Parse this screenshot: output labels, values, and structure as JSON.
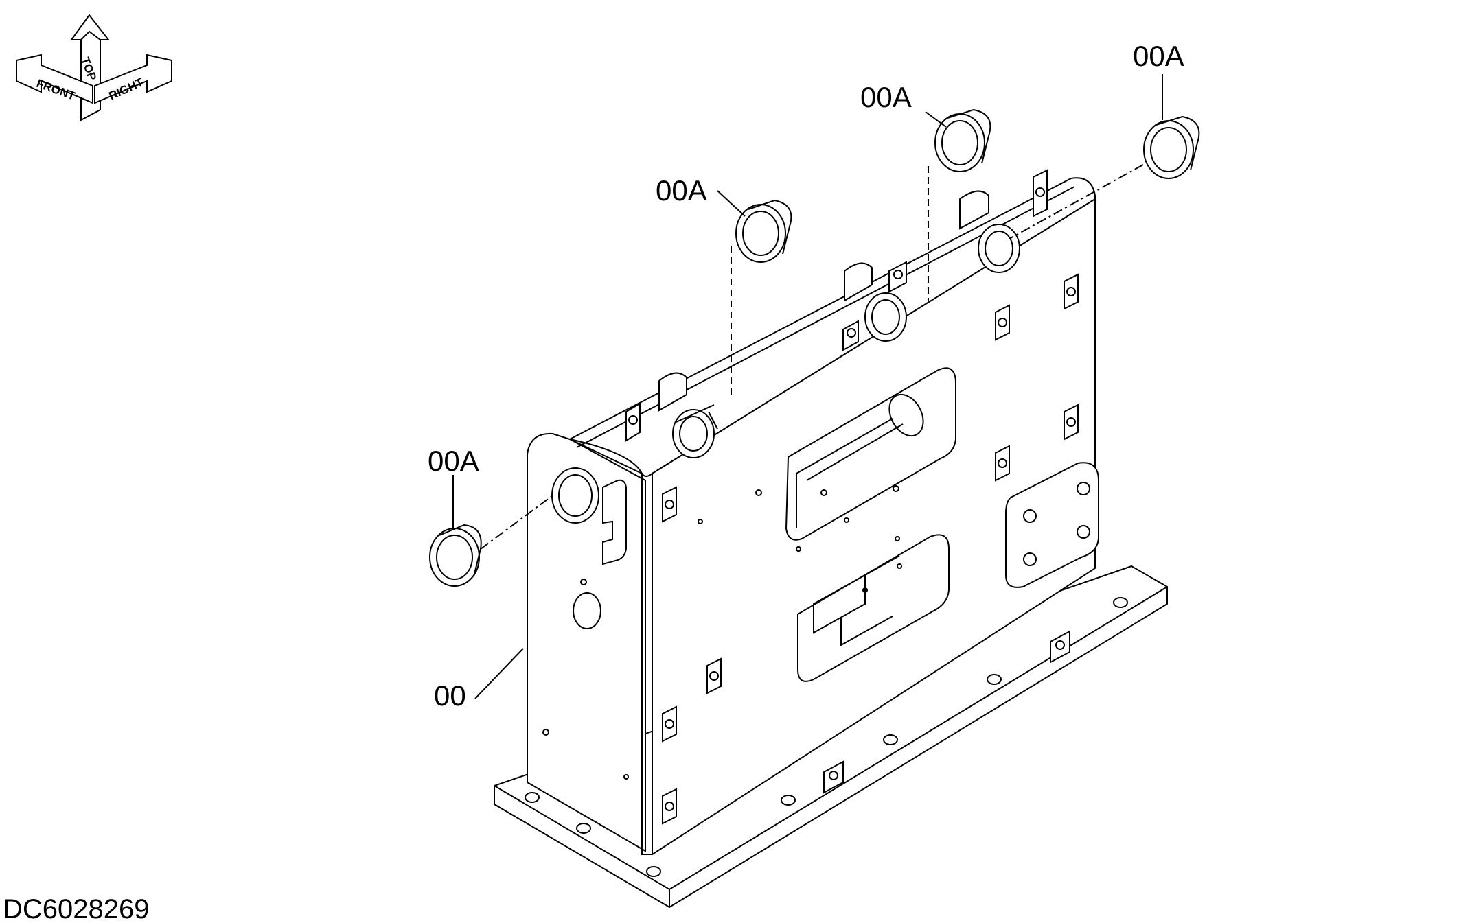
{
  "drawing": {
    "document_id": "DC6028269",
    "orientation_indicator": {
      "labels": [
        "FRONT",
        "TOP",
        "RIGHT"
      ]
    },
    "callouts": [
      {
        "id": "c1",
        "label": "00A"
      },
      {
        "id": "c2",
        "label": "00A"
      },
      {
        "id": "c3",
        "label": "00A"
      },
      {
        "id": "c4",
        "label": "00A"
      },
      {
        "id": "c5",
        "label": "00"
      }
    ]
  }
}
